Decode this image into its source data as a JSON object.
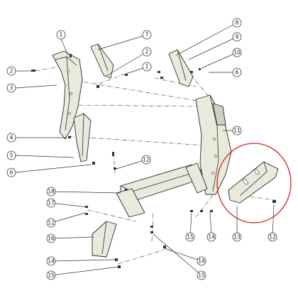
{
  "diagram": {
    "labels": {
      "c1": "1",
      "c2": "2",
      "c3": "3",
      "c4": "4",
      "c5": "5",
      "c6": "6",
      "c7": "7",
      "c8": "8",
      "c9": "9",
      "c10": "10",
      "c11": "11",
      "c12": "12",
      "c13": "13",
      "c14": "14",
      "c15": "15",
      "c16": "16",
      "c17": "17",
      "c18": "18"
    },
    "highlight_color": "#d62020",
    "line_color": "#2a2a2a",
    "part_fill": "#e9eadc"
  }
}
